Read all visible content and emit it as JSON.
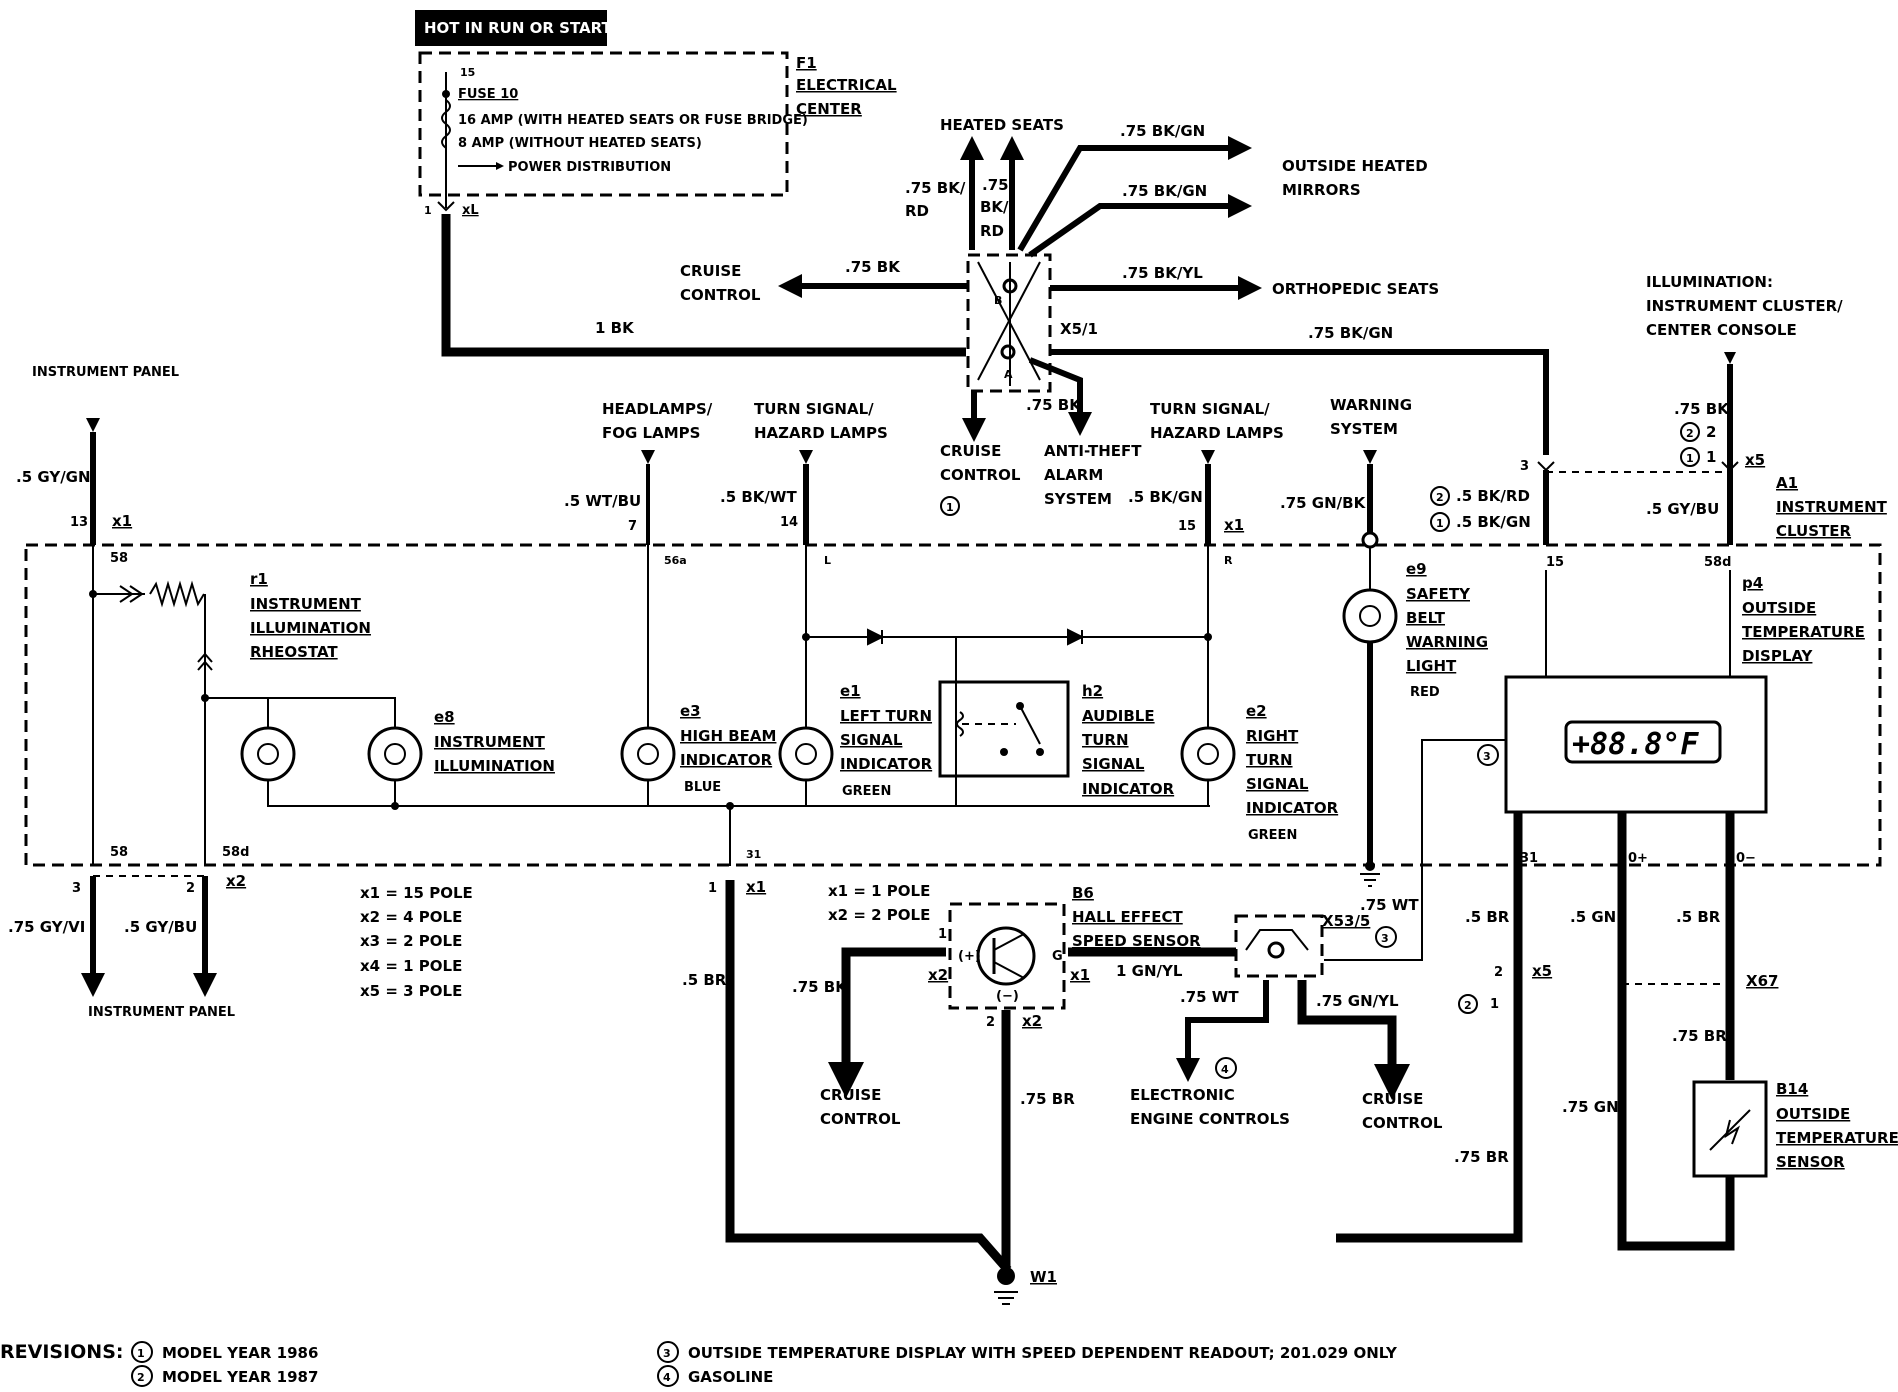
{
  "header": {
    "hot_badge": "HOT IN RUN OR START",
    "f1_code": "F1",
    "f1_name_1": "ELECTRICAL",
    "f1_name_2": "CENTER",
    "fuse_terminal": "15",
    "fuse_name": "FUSE 10",
    "fuse_line_1": "16 AMP (WITH HEATED SEATS OR FUSE BRIDGE)",
    "fuse_line_2": "8 AMP (WITHOUT HEATED SEATS)",
    "fuse_line_3": "POWER DISTRIBUTION",
    "xl_pin": "1",
    "xl_label": "xL"
  },
  "splice": {
    "heated_seats": "HEATED SEATS",
    "w_75bkrd_1": ".75 BK/",
    "w_75bkrd_2": "RD",
    "w_75bkrd_b1": ".75",
    "w_75bkrd_b2": "BK/",
    "w_75bkrd_b3": "RD",
    "w_bkgn_top": ".75 BK/GN",
    "w_bkgn_mid": ".75 BK/GN",
    "outside_heated_1": "OUTSIDE HEATED",
    "outside_heated_2": "MIRRORS",
    "cruise_left_1": "CRUISE",
    "cruise_left_2": "CONTROL",
    "w_75bk": ".75 BK",
    "w_bkyl": ".75 BK/YL",
    "orthopedic": "ORTHOPEDIC SEATS",
    "w_1bk": "1 BK",
    "x51": "X5/1",
    "w_bkgn_long": ".75 BK/GN",
    "pt_b": "B",
    "pt_a": "A",
    "w_75bk_down": ".75 BK",
    "cruise_down_1": "CRUISE",
    "cruise_down_2": "CONTROL",
    "cruise_down_rev": "1",
    "antitheft_1": "ANTI-THEFT",
    "antitheft_2": "ALARM",
    "antitheft_3": "SYSTEM"
  },
  "top_right": {
    "illum_1": "ILLUMINATION:",
    "illum_2": "INSTRUMENT CLUSTER/",
    "illum_3": "CENTER CONSOLE",
    "w_75bk": ".75 BK",
    "rev2_pin": "2",
    "rev1_pin": "1",
    "x5": "x5",
    "w_gybu": ".5 GY/BU",
    "a1_code": "A1",
    "a1_name_1": "INSTRUMENT",
    "a1_name_2": "CLUSTER",
    "w_bkrd": ".5 BK/RD",
    "w_bkgn": ".5 BK/GN",
    "pin3": "3",
    "pin15": "15",
    "pin58d": "58d"
  },
  "left": {
    "panel_top": "INSTRUMENT PANEL",
    "w_gygn": ".5 GY/GN",
    "pin13": "13",
    "x1": "x1",
    "t58": "58",
    "r1_code": "r1",
    "r1_1": "INSTRUMENT",
    "r1_2": "ILLUMINATION",
    "r1_3": "RHEOSTAT",
    "e8_code": "e8",
    "e8_1": "INSTRUMENT",
    "e8_2": "ILLUMINATION",
    "b58": "58",
    "b58d": "58d",
    "pin3": "3",
    "pin2": "2",
    "x2": "x2",
    "w_gyvi": ".75 GY/VI",
    "w_gybu": ".5 GY/BU",
    "panel_bottom": "INSTRUMENT PANEL",
    "legend": [
      "x1 = 15 POLE",
      "x2 = 4 POLE",
      "x3 = 2 POLE",
      "x4 = 1 POLE",
      "x5 = 3 POLE"
    ]
  },
  "middle": {
    "headlamps_1": "HEADLAMPS/",
    "headlamps_2": "FOG LAMPS",
    "w_wtbu": ".5 WT/BU",
    "pin7": "7",
    "t56a": "56a",
    "turn_l_1": "TURN SIGNAL/",
    "turn_l_2": "HAZARD LAMPS",
    "w_bkwt": ".5 BK/WT",
    "pin14": "14",
    "tL": "L",
    "turn_r_1": "TURN SIGNAL/",
    "turn_r_2": "HAZARD LAMPS",
    "w_bkgn": ".5 BK/GN",
    "pin15": "15",
    "x1": "x1",
    "tR": "R",
    "warn_1": "WARNING",
    "warn_2": "SYSTEM",
    "w_gnbk": ".75 GN/BK",
    "e3_code": "e3",
    "e3_1": "HIGH BEAM",
    "e3_2": "INDICATOR",
    "e3_color": "BLUE",
    "e1_code": "e1",
    "e1_1": "LEFT TURN",
    "e1_2": "SIGNAL",
    "e1_3": "INDICATOR",
    "e1_color": "GREEN",
    "h2_code": "h2",
    "h2_1": "AUDIBLE",
    "h2_2": "TURN",
    "h2_3": "SIGNAL",
    "h2_4": "INDICATOR",
    "e2_code": "e2",
    "e2_1": "RIGHT",
    "e2_2": "TURN",
    "e2_3": "SIGNAL",
    "e2_4": "INDICATOR",
    "e2_color": "GREEN",
    "e9_code": "e9",
    "e9_1": "SAFETY",
    "e9_2": "BELT",
    "e9_3": "WARNING",
    "e9_4": "LIGHT",
    "e9_color": "RED",
    "t31": "31",
    "pin1": "1",
    "x1b": "x1"
  },
  "display": {
    "p4_code": "p4",
    "p4_1": "OUTSIDE",
    "p4_2": "TEMPERATURE",
    "p4_3": "DISPLAY",
    "readout": "+88.8°F",
    "rev3": "3",
    "t31": "31",
    "t0p": "0+",
    "t0m": "0−"
  },
  "bottom": {
    "x_1pole": "x1 = 1 POLE",
    "x_2pole": "x2 = 2 POLE",
    "b6_code": "B6",
    "b6_1": "HALL EFFECT",
    "b6_2": "SPEED SENSOR",
    "pin1": "1",
    "x2a": "x2",
    "plus": "(+)",
    "minus": "(−)",
    "g": "G",
    "x1": "x1",
    "pin2": "2",
    "x2b": "x2",
    "w_1gnyl": "1 GN/YL",
    "x535": "X53/5",
    "rev3": "3",
    "w_75wt_a": ".75 WT",
    "w_75wt_b": ".75 WT",
    "w_75gnyl": ".75 GN/YL",
    "w_75bk": ".75 BK",
    "cruise_l_1": "CRUISE",
    "cruise_l_2": "CONTROL",
    "w_75br_mid": ".75 BR",
    "w_5br_left": ".5 BR",
    "eec_rev": "4",
    "eec_1": "ELECTRONIC",
    "eec_2": "ENGINE CONTROLS",
    "cruise_r_1": "CRUISE",
    "cruise_r_2": "CONTROL",
    "w1": "W1",
    "w_5br": ".5 BR",
    "x5": "x5",
    "rev2": "2",
    "pin1b": "1",
    "w_75br": ".75 BR",
    "w_5gn": ".5 GN",
    "w_5br_r": ".5 BR",
    "x67": "X67",
    "w_75br_r": ".75 BR",
    "w_75gn": ".75 GN",
    "b14_code": "B14",
    "b14_1": "OUTSIDE",
    "b14_2": "TEMPERATURE",
    "b14_3": "SENSOR"
  },
  "revisions": {
    "title": "REVISIONS:",
    "r1_num": "1",
    "r1": "MODEL YEAR 1986",
    "r2_num": "2",
    "r2": "MODEL YEAR 1987",
    "r3_num": "3",
    "r3": "OUTSIDE TEMPERATURE DISPLAY WITH SPEED DEPENDENT READOUT; 201.029 ONLY",
    "r4_num": "4",
    "r4": "GASOLINE"
  }
}
